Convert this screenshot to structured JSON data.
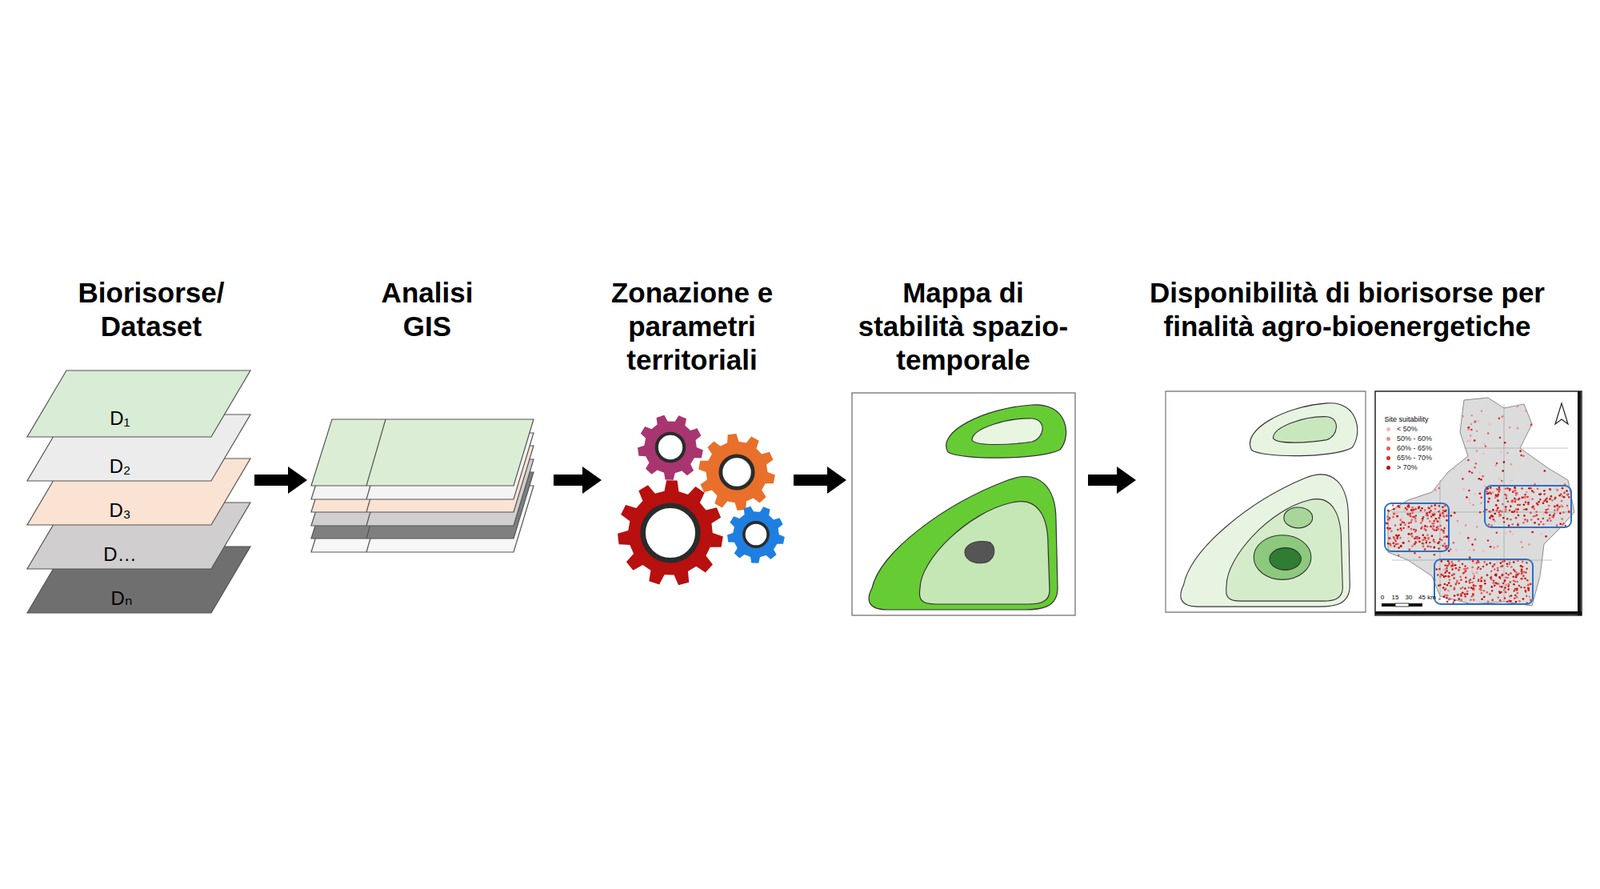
{
  "diagram": {
    "nodes": [
      {
        "text": [
          "Biorisorse/ Dataset"
        ]
      },
      {
        "text": [
          "Analisi GIS"
        ]
      },
      {
        "text": [
          "Zonazione e parametri territoriali"
        ]
      },
      {
        "text": [
          "Mappa di stabilità spazio-temporale"
        ]
      },
      {
        "text": [
          "Disponibilità di biorisorse per finalità agro-bioenergetiche"
        ]
      }
    ],
    "edges": [
      {
        "from": 0,
        "to": 1,
        "arrow": "to"
      },
      {
        "from": 1,
        "to": 2,
        "arrow": "to"
      },
      {
        "from": 2,
        "to": 3,
        "arrow": "to"
      },
      {
        "from": 3,
        "to": 4,
        "arrow": "to"
      }
    ],
    "labels": [
      "D₁",
      "D₂",
      "D₃",
      "D…",
      "Dₙ",
      "Site suitability",
      "0",
      "15",
      "30",
      "45 km"
    ],
    "legend": [
      {
        "text": "< 50%",
        "color": "#f2b8b8"
      },
      {
        "text": "50% - 60%",
        "color": "#ee8c8c"
      },
      {
        "text": "60% - 65%",
        "color": "#e65a5a"
      },
      {
        "text": "65% - 70%",
        "color": "#dc2a2a"
      },
      {
        "text": "> 70%",
        "color": "#c80000"
      }
    ]
  }
}
